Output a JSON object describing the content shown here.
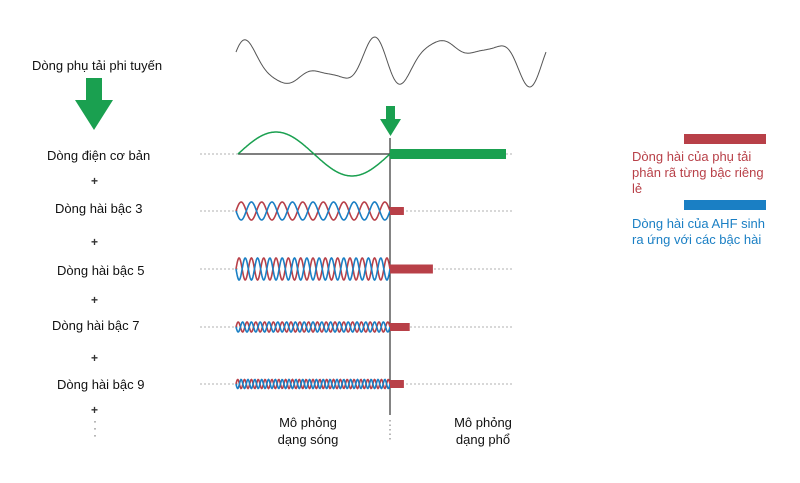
{
  "labels": {
    "nonlinear_load": "Dòng phụ tải phi tuyến",
    "fundamental": "Dòng điện cơ bản",
    "h3": "Dòng hài bậc 3",
    "h5": "Dòng hài bậc 5",
    "h7": "Dòng hài bậc 7",
    "h9": "Dòng hài bậc 9",
    "plus": "+",
    "vdots": "·\n·\n·"
  },
  "legend": {
    "load_harmonic": "Dòng hài của phụ tải phân rã từng bậc riêng lẻ",
    "ahf_harmonic": "Dòng hài của AHF sinh ra ứng với các bậc hài",
    "load_color": "#b84048",
    "ahf_color": "#1a7fc4"
  },
  "bottom": {
    "waveform_sim_line1": "Mô phỏng",
    "waveform_sim_line2": "dạng sóng",
    "spectrum_sim_line1": "Mô phỏng",
    "spectrum_sim_line2": "dạng phổ"
  },
  "colors": {
    "arrow_green": "#1aa050",
    "fundamental_green": "#1aa050",
    "harmonic_red": "#b84048",
    "harmonic_blue": "#1a7fc4",
    "axis": "#333333",
    "guide": "#b0b0b0"
  },
  "spectrum": {
    "fundamental_magnitude": 1.0,
    "h3_magnitude": 0.12,
    "h5_magnitude": 0.37,
    "h7_magnitude": 0.17,
    "h9_magnitude": 0.12
  }
}
